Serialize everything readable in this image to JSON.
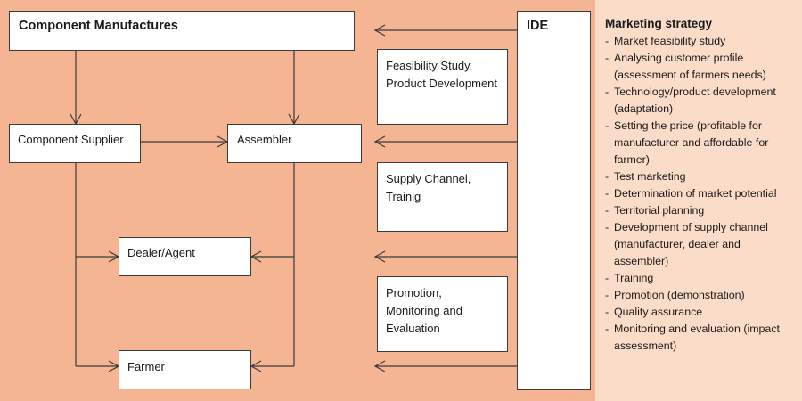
{
  "colors": {
    "left_bg": "#f6b592",
    "right_bg": "#fbdcc8",
    "box_fill": "#ffffff",
    "line": "#3a3a3a"
  },
  "nodes": {
    "component_manufactures": "Component Manufactures",
    "component_supplier": "Component Supplier",
    "assembler": "Assembler",
    "dealer_agent": "Dealer/Agent",
    "farmer": "Farmer",
    "ide": "IDE"
  },
  "ide_activities": {
    "feasibility": [
      "Feasibility Study,",
      "Product Development"
    ],
    "supply": [
      "Supply Channel,",
      "Trainig"
    ],
    "promotion": [
      "Promotion,",
      "Monitoring and",
      "Evaluation"
    ]
  },
  "marketing_strategy": {
    "title": "Marketing strategy",
    "items": [
      "Market feasibility study",
      "Analysing customer profile (assessment of farmers needs)",
      "Technology/product development (adaptation)",
      "Setting the price (profitable for manufacturer and affordable for farmer)",
      "Test marketing",
      "Determination of market potential",
      "Territorial planning",
      "Development of supply channel (manufacturer, dealer and assembler)",
      "Training",
      "Promotion (demonstration)",
      "Quality assurance",
      "Monitoring and evaluation (impact assessment)"
    ]
  }
}
